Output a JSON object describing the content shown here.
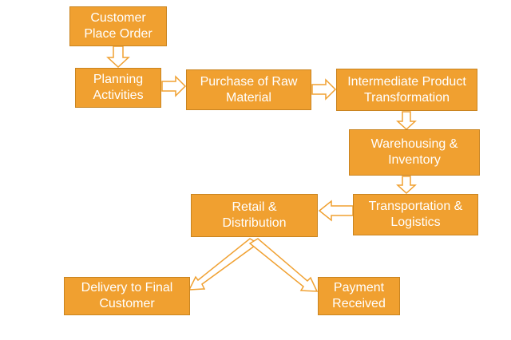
{
  "diagram": {
    "nodes": {
      "customer_order": "Customer\nPlace Order",
      "planning": "Planning\nActivities",
      "purchase": "Purchase of Raw\nMaterial",
      "intermediate": "Intermediate Product\nTransformation",
      "warehousing": "Warehousing &\nInventory",
      "transportation": "Transportation &\nLogistics",
      "retail": "Retail &\nDistribution",
      "delivery": "Delivery to Final\nCustomer",
      "payment": "Payment\nReceived"
    },
    "colors": {
      "box_fill": "#f0a030",
      "box_text": "#ffffff",
      "arrow_outline": "#f0a030"
    }
  }
}
